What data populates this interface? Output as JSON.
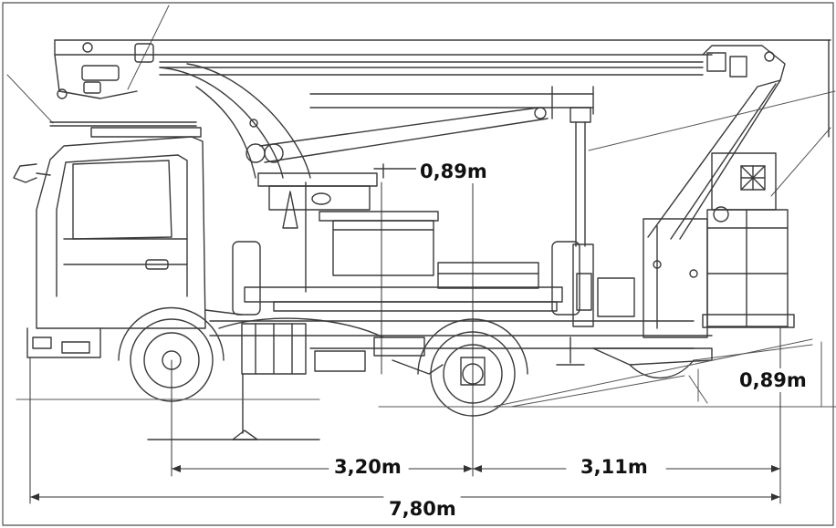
{
  "colors": {
    "line": "#3a3a3a",
    "light_line": "#8a8a8a",
    "text": "#111111",
    "background": "#ffffff"
  },
  "dimensions": {
    "outrigger_top_offset": "0,89m",
    "outrigger_side_offset": "0,89m",
    "front_to_rear_axle": "3,20m",
    "rear_axle_to_rear": "3,11m",
    "overall_length": "7,80m"
  }
}
